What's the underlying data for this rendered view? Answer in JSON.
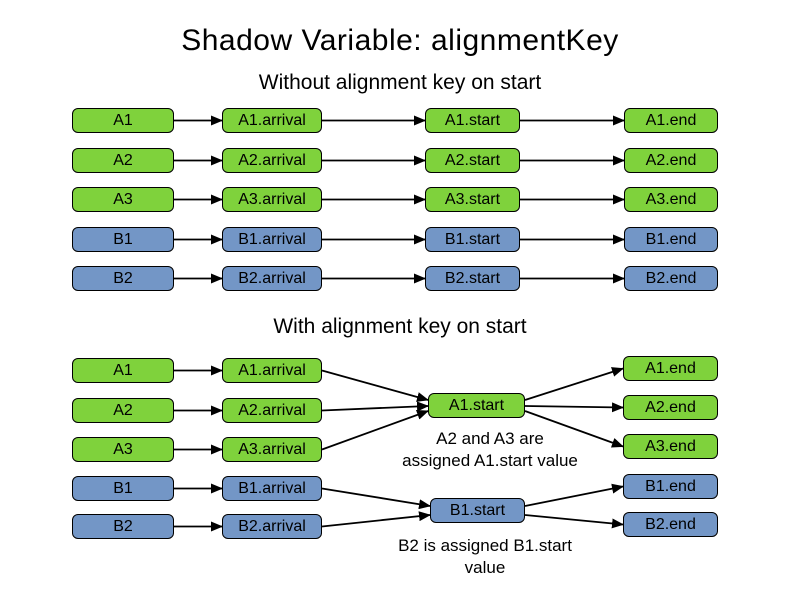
{
  "title": "Shadow Variable: alignmentKey",
  "colors": {
    "green": "#7FD23C",
    "blue": "#7396C6",
    "border": "#000000",
    "background": "#FFFFFF"
  },
  "without_key": {
    "heading": "Without alignment key on start",
    "rows": [
      {
        "entity": "A1",
        "arrival": "A1.arrival",
        "start": "A1.start",
        "end": "A1.end",
        "color": "green"
      },
      {
        "entity": "A2",
        "arrival": "A2.arrival",
        "start": "A2.start",
        "end": "A2.end",
        "color": "green"
      },
      {
        "entity": "A3",
        "arrival": "A3.arrival",
        "start": "A3.start",
        "end": "A3.end",
        "color": "green"
      },
      {
        "entity": "B1",
        "arrival": "B1.arrival",
        "start": "B1.start",
        "end": "B1.end",
        "color": "blue"
      },
      {
        "entity": "B2",
        "arrival": "B2.arrival",
        "start": "B2.start",
        "end": "B2.end",
        "color": "blue"
      }
    ]
  },
  "with_key": {
    "heading": "With alignment key on start",
    "entities": [
      {
        "label": "A1",
        "color": "green"
      },
      {
        "label": "A2",
        "color": "green"
      },
      {
        "label": "A3",
        "color": "green"
      },
      {
        "label": "B1",
        "color": "blue"
      },
      {
        "label": "B2",
        "color": "blue"
      }
    ],
    "arrivals": [
      {
        "label": "A1.arrival",
        "color": "green"
      },
      {
        "label": "A2.arrival",
        "color": "green"
      },
      {
        "label": "A3.arrival",
        "color": "green"
      },
      {
        "label": "B1.arrival",
        "color": "blue"
      },
      {
        "label": "B2.arrival",
        "color": "blue"
      }
    ],
    "starts": [
      {
        "label": "A1.start",
        "color": "green"
      },
      {
        "label": "B1.start",
        "color": "blue"
      }
    ],
    "ends": [
      {
        "label": "A1.end",
        "color": "green"
      },
      {
        "label": "A2.end",
        "color": "green"
      },
      {
        "label": "A3.end",
        "color": "green"
      },
      {
        "label": "B1.end",
        "color": "blue"
      },
      {
        "label": "B2.end",
        "color": "blue"
      }
    ],
    "annotation_a": {
      "line1": "A2 and A3 are",
      "line2": "assigned A1.start value"
    },
    "annotation_b": {
      "line1": "B2 is assigned B1.start",
      "line2": "value"
    }
  }
}
